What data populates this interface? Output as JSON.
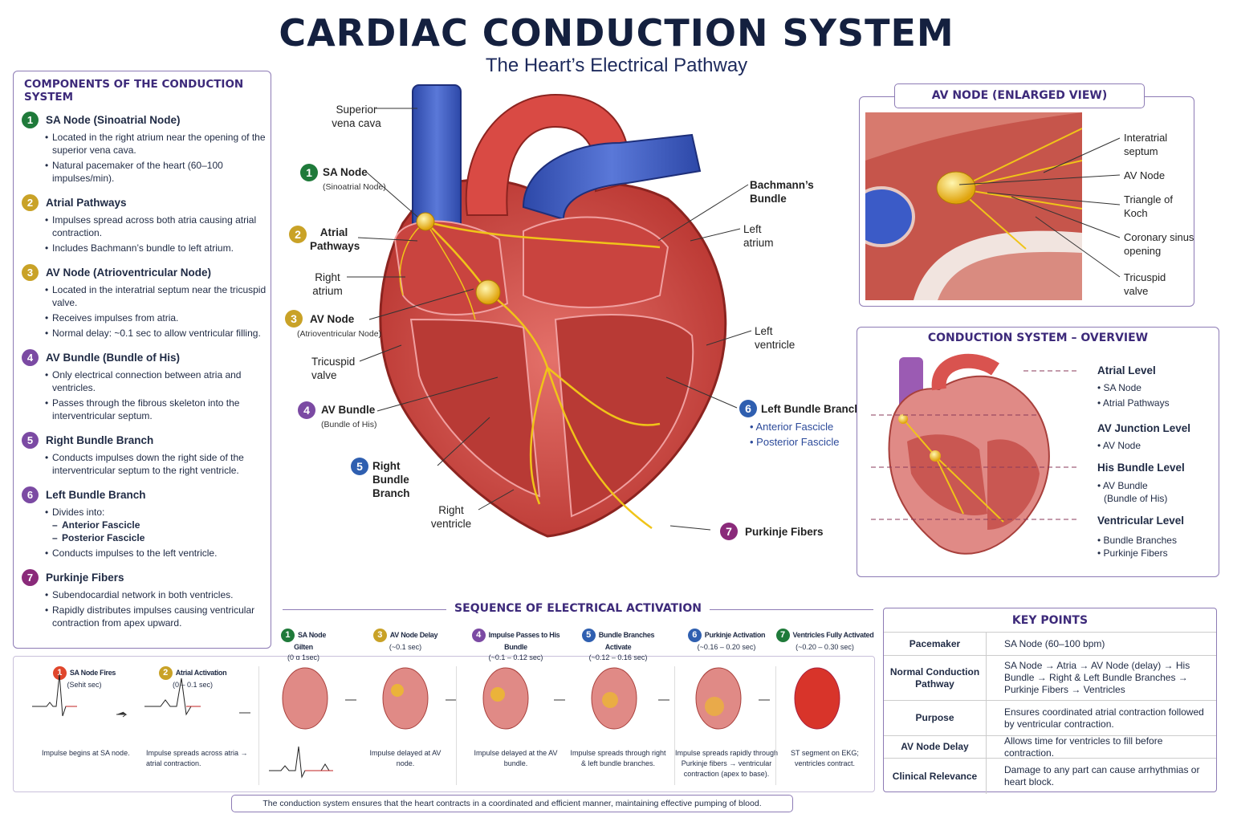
{
  "title": "CARDIAC CONDUCTION SYSTEM",
  "subtitle": "The Heart’s Electrical Pathway",
  "components": {
    "heading": "COMPONENTS OF THE CONDUCTION SYSTEM",
    "items": [
      {
        "n": "1",
        "name": "SA Node (Sinoatrial Node)",
        "bullets": [
          "Located in the right atrium near the opening of the superior vena cava.",
          "Natural pacemaker of the heart (60–100 impulses/min)."
        ]
      },
      {
        "n": "2",
        "name": "Atrial Pathways",
        "bullets": [
          "Impulses spread across both atria causing atrial contraction.",
          "Includes Bachmann’s bundle to left atrium."
        ]
      },
      {
        "n": "3",
        "name": "AV Node (Atrioventricular Node)",
        "bullets": [
          "Located in the interatrial septum near the tricuspid valve.",
          "Receives impulses from atria.",
          "Normal delay: ~0.1 sec to allow ventricular filling."
        ]
      },
      {
        "n": "4",
        "name": "AV Bundle (Bundle of His)",
        "bullets": [
          "Only electrical connection between atria and ventricles.",
          "Passes through the fibrous skeleton into the interventricular septum."
        ]
      },
      {
        "n": "5",
        "name": "Right Bundle Branch",
        "bullets": [
          "Conducts impulses down the right side of the interventricular septum to the right ventricle."
        ]
      },
      {
        "n": "6",
        "name": "Left Bundle Branch",
        "bullets": [
          "Divides into:"
        ],
        "subs": [
          "Anterior Fascicle",
          "Posterior Fascicle"
        ],
        "after": [
          "Conducts impulses to the left ventricle."
        ]
      },
      {
        "n": "7",
        "name": "Purkinje Fibers",
        "bullets": [
          "Subendocardial network in both ventricles.",
          "Rapidly distributes impulses causing ventricular contraction from apex upward."
        ]
      }
    ]
  },
  "labels": {
    "svc": "Superior vena cava",
    "sa": "SA Node",
    "sa_sub": "(Sinoatrial Node)",
    "ap": "Atrial Pathways",
    "ra": "Right atrium",
    "av": "AV Node",
    "av_sub": "(Atrioventricular Node)",
    "tv": "Tricuspid valve",
    "avb": "AV Bundle",
    "avb_sub": "(Bundle of His)",
    "rbb": "Right Bundle Branch",
    "rv": "Right ventricle",
    "bach": "Bachmann’s Bundle",
    "la": "Left atrium",
    "lv": "Left ventricle",
    "lbb": "Left Bundle Branch",
    "ant": "Anterior Fascicle",
    "post": "Posterior Fascicle",
    "pf": "Purkinje Fibers"
  },
  "av_view": {
    "heading": "AV NODE (ENLARGED VIEW)",
    "labels": [
      "Interatrial septum",
      "AV Node",
      "Triangle of Koch",
      "Coronary sinus opening",
      "Tricuspid valve"
    ]
  },
  "overview": {
    "heading": "CONDUCTION SYSTEM – OVERVIEW",
    "levels": [
      {
        "title": "Atrial Level",
        "items": [
          "SA Node",
          "Atrial Pathways"
        ]
      },
      {
        "title": "AV Junction Level",
        "items": [
          "AV Node"
        ]
      },
      {
        "title": "His Bundle Level",
        "items": [
          "AV Bundle",
          "(Bundle of His)"
        ]
      },
      {
        "title": "Ventricular Level",
        "items": [
          "Bundle Branches",
          "Purkinje Fibers"
        ]
      }
    ]
  },
  "sequence": {
    "heading": "SEQUENCE OF ELECTRICAL ACTIVATION",
    "steps": [
      {
        "n": "1",
        "title": "SA Node Fires",
        "time": "(Sehit sec)",
        "caption": "Impulse begins at SA node."
      },
      {
        "n": "2",
        "title": "Atrial Activation",
        "time": "(0 – 0.1 sec)",
        "caption": "Impulse spreads across atria → atrial contraction."
      },
      {
        "n": "1",
        "title": "SA Node Gilten",
        "time": "(0 ɑ 1sec)",
        "caption": ""
      },
      {
        "n": "3",
        "title": "AV Node Delay",
        "time": "(~0.1 sec)",
        "caption": "Impulse delayed at AV node."
      },
      {
        "n": "4",
        "title": "Impulse Passes to His Bundle",
        "time": "(~0.1 – 0.12 sec)",
        "caption": "Impulse delayed at the AV bundle."
      },
      {
        "n": "5",
        "title": "Bundle Branches Activate",
        "time": "(~0.12 – 0.16 sec)",
        "caption": "Impulse spreads through right & left bundle branches."
      },
      {
        "n": "6",
        "title": "Purkinje Activation",
        "time": "(~0.16 – 0.20 sec)",
        "caption": "Impulse spreads rapidly through Purkinje fibers → ventricular contraction (apex to base)."
      },
      {
        "n": "7",
        "title": "Ventricles Fully Activated",
        "time": "(~0.20 – 0.30 sec)",
        "caption": "ST segment on EKG; ventricles contract."
      }
    ]
  },
  "key_points": {
    "heading": "KEY POINTS",
    "rows": [
      {
        "k": "Pacemaker",
        "v": "SA Node (60–100 bpm)"
      },
      {
        "k": "Normal Conduction Pathway",
        "v": "SA Node → Atria → AV Node (delay) → His Bundle → Right & Left Bundle Branches → Purkinje Fibers → Ventricles"
      },
      {
        "k": "Purpose",
        "v": "Ensures coordinated atrial contraction followed by ventricular contraction."
      },
      {
        "k": "AV Node Delay",
        "v": "Allows time for ventricles to fill before contraction."
      },
      {
        "k": "Clinical Relevance",
        "v": "Damage to any part can cause arrhythmias or heart block."
      }
    ]
  },
  "footer": "The conduction system ensures that the heart contracts in a coordinated and efficient manner, maintaining effective pumping of blood.",
  "colors": {
    "accent": "#3d2a7a",
    "heart": "#d9534f",
    "vein": "#3b5bc7",
    "node": "#f3c21b"
  }
}
